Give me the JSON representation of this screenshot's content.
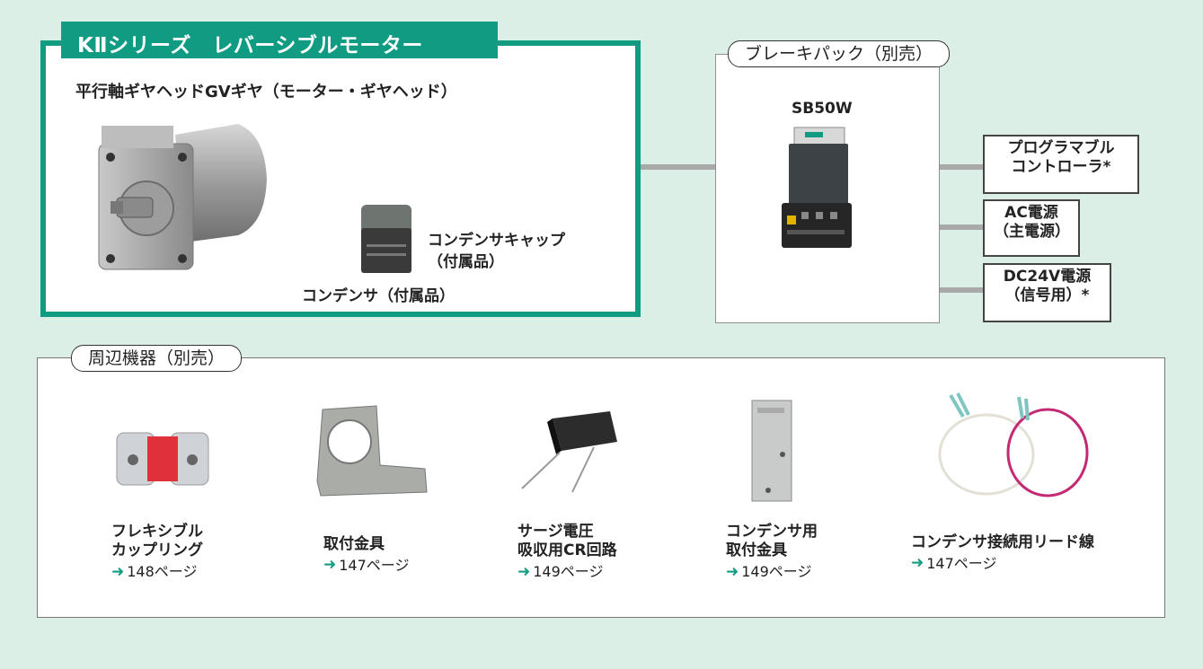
{
  "header": {
    "title": "KⅡシリーズ　レバーシブルモーター"
  },
  "motor_section": {
    "motor_label": "平行軸ギヤヘッドGVギヤ（モーター・ギヤヘッド）",
    "cap_label_line1": "コンデンサキャップ",
    "cap_label_line2": "（付属品）",
    "capacitor_label": "コンデンサ（付属品）"
  },
  "brake_section": {
    "title": "ブレーキパック（別売）",
    "model": "SB50W"
  },
  "outputs": [
    {
      "line1": "プログラマブル",
      "line2": "コントローラ*"
    },
    {
      "line1": "AC電源",
      "line2": "（主電源）"
    },
    {
      "line1": "DC24V電源",
      "line2": "（信号用）*"
    }
  ],
  "peripherals": {
    "title": "周辺機器（別売）",
    "items": [
      {
        "line1": "フレキシブル",
        "line2": "カップリング",
        "page": "148ページ"
      },
      {
        "line1": "取付金具",
        "line2": "",
        "page": "147ページ"
      },
      {
        "line1": "サージ電圧",
        "line2": "吸収用CR回路",
        "page": "149ページ"
      },
      {
        "line1": "コンデンサ用",
        "line2": "取付金具",
        "page": "149ページ"
      },
      {
        "line1": "コンデンサ接続用リード線",
        "line2": "",
        "page": "147ページ"
      }
    ]
  },
  "colors": {
    "accent": "#0f9c82",
    "background": "#dcefe7",
    "connector_line": "#a9a9a9"
  }
}
